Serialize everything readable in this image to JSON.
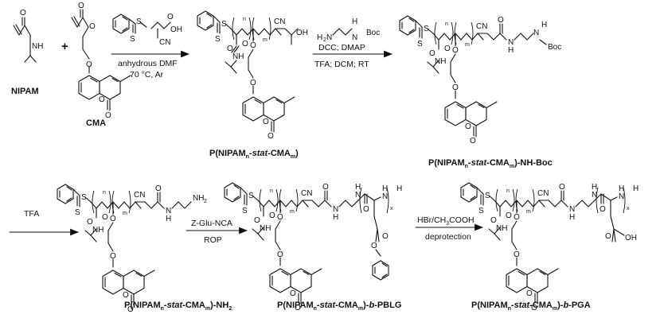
{
  "compounds": {
    "nipam": {
      "label": "NIPAM",
      "atoms": [
        "O",
        "NH"
      ]
    },
    "cma": {
      "label": "CMA",
      "atoms": [
        "O",
        "O",
        "O",
        "O",
        "O"
      ]
    },
    "cta": {
      "atoms": [
        "S",
        "S",
        "CN",
        "O",
        "OH"
      ]
    },
    "p1": {
      "label_main": "P(NIPAM",
      "label_n": "n",
      "label_stat": "-stat-",
      "label_cma": "CMA",
      "label_m": "m",
      "label_end": ")",
      "atoms": [
        "S",
        "S",
        "O",
        "NH",
        "O",
        "O",
        "O",
        "O",
        "O",
        "CN",
        "OH",
        "n",
        "m"
      ]
    },
    "p2": {
      "label_main": "P(NIPAM",
      "label_n": "n",
      "label_stat": "-stat-",
      "label_cma": "CMA",
      "label_m": "m",
      "label_end": ")-NH-Boc",
      "atoms": [
        "S",
        "S",
        "O",
        "NH",
        "O",
        "O",
        "O",
        "O",
        "O",
        "CN",
        "O",
        "N",
        "H",
        "N",
        "H",
        "Boc",
        "n",
        "m"
      ]
    },
    "p3": {
      "label_main": "P(NIPAM",
      "label_n": "n",
      "label_stat": "-stat-",
      "label_cma": "CMA",
      "label_m": "m",
      "label_end": ")-NH",
      "label_sub2": "2",
      "atoms": [
        "S",
        "S",
        "O",
        "NH",
        "O",
        "O",
        "O",
        "O",
        "O",
        "CN",
        "O",
        "N",
        "H",
        "NH",
        "2",
        "n",
        "m"
      ]
    },
    "p4": {
      "label_main": "P(NIPAM",
      "label_n": "n",
      "label_stat": "-stat-",
      "label_cma": "CMA",
      "label_m": "m",
      "label_end_a": ")-",
      "label_b": "b",
      "label_end_b": "-PBLG",
      "atoms": [
        "S",
        "S",
        "O",
        "NH",
        "O",
        "O",
        "O",
        "O",
        "O",
        "CN",
        "O",
        "N",
        "H",
        "N",
        "H",
        "O",
        "N",
        "H",
        "H",
        "x",
        "O",
        "O",
        "n",
        "m"
      ]
    },
    "p5": {
      "label_main": "P(NIPAM",
      "label_n": "n",
      "label_stat": "-stat-",
      "label_cma": "CMA",
      "label_m": "m",
      "label_end_a": ")-",
      "label_b": "b",
      "label_end_b": "-PGA",
      "atoms": [
        "S",
        "S",
        "O",
        "NH",
        "O",
        "O",
        "O",
        "O",
        "O",
        "CN",
        "O",
        "N",
        "H",
        "N",
        "H",
        "O",
        "N",
        "H",
        "H",
        "x",
        "O",
        "OH",
        "n",
        "m"
      ]
    }
  },
  "reactions": {
    "r1": {
      "above": "",
      "below1": "anhydrous DMF",
      "below2": "70 °C, Ar"
    },
    "r2": {
      "reagent_atoms": [
        "H",
        "2",
        "N",
        "N",
        "H",
        "Boc"
      ],
      "above": "DCC; DMAP",
      "below": "TFA; DCM; RT"
    },
    "r3": {
      "above": "TFA"
    },
    "r4": {
      "above": "Z-Glu-NCA",
      "below": "ROP"
    },
    "r5": {
      "above": "HBr/CH",
      "above_sub": "3",
      "above_end": "COOH",
      "below": "deprotection"
    }
  },
  "plus": "+"
}
